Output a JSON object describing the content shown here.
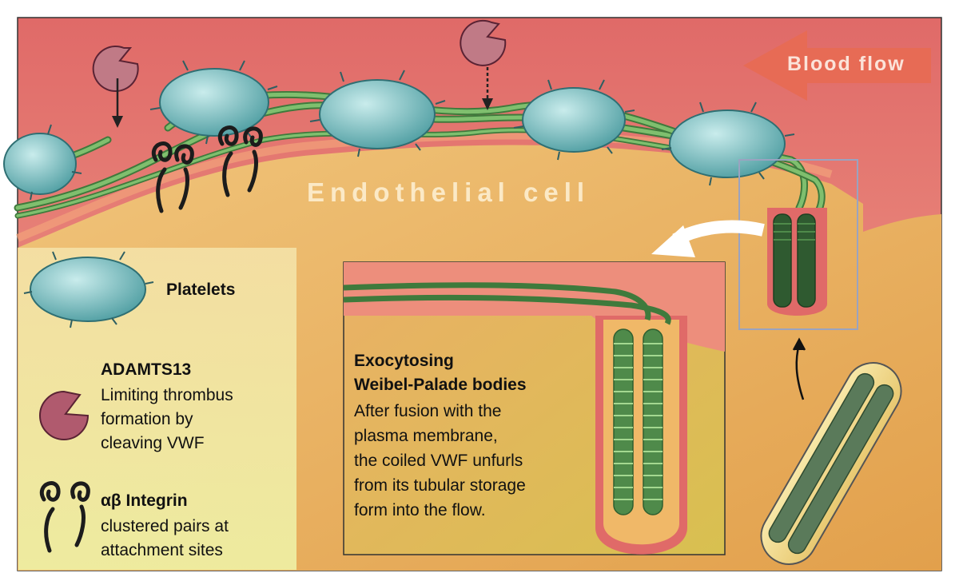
{
  "labels": {
    "blood_flow": "Blood flow",
    "endothelial_cell": "Endothelial cell"
  },
  "legend": {
    "platelets": {
      "title": "Platelets"
    },
    "adamts13": {
      "title": "ADAMTS13",
      "lines": [
        "Limiting thrombus",
        "formation by",
        "cleaving VWF"
      ]
    },
    "integrin": {
      "title": "αβ Integrin",
      "lines": [
        "clustered pairs at",
        "attachment sites"
      ]
    }
  },
  "inset": {
    "title_lines": [
      "Exocytosing",
      "Weibel-Palade bodies"
    ],
    "body_lines": [
      "After fusion with the",
      "plasma membrane,",
      "the coiled VWF unfurls",
      "from its tubular storage",
      "form into the flow."
    ]
  },
  "colors": {
    "blood": "#e47a70",
    "endothelium": "#e3ad55",
    "platelet": "#8ccacc",
    "vwf": "#5f9a5a",
    "adamts13": "#b05a6e",
    "arrow": "#e76b55"
  }
}
